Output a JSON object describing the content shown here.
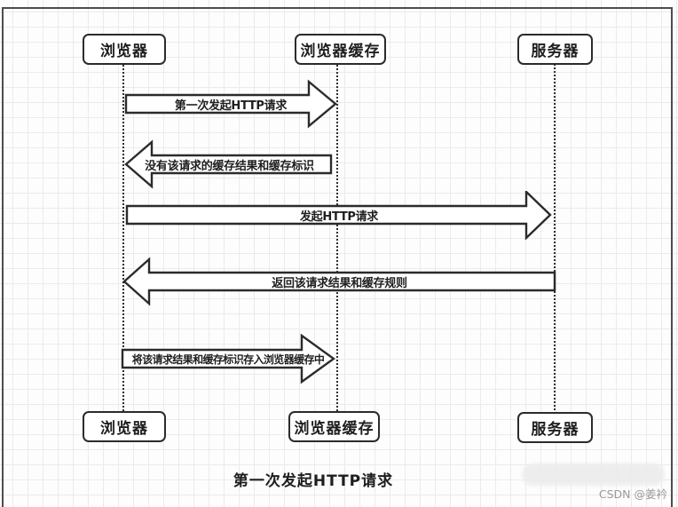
{
  "diagram": {
    "caption": "第一次发起HTTP请求",
    "watermark": "CSDN @姜衿",
    "actors_top": [
      {
        "label": "浏览器"
      },
      {
        "label": "浏览器缓存"
      },
      {
        "label": "服务器"
      }
    ],
    "actors_bottom": [
      {
        "label": "浏览器"
      },
      {
        "label": "浏览器缓存"
      },
      {
        "label": "服务器"
      }
    ],
    "messages": [
      {
        "label": "第一次发起HTTP请求",
        "direction": "right",
        "from": "浏览器",
        "to": "浏览器缓存"
      },
      {
        "label": "没有该请求的缓存结果和缓存标识",
        "direction": "left",
        "from": "浏览器缓存",
        "to": "浏览器"
      },
      {
        "label": "发起HTTP请求",
        "direction": "right",
        "from": "浏览器",
        "to": "服务器"
      },
      {
        "label": "返回该请求结果和缓存规则",
        "direction": "left",
        "from": "服务器",
        "to": "浏览器"
      },
      {
        "label": "将该请求结果和缓存标识存入浏览器缓存中",
        "direction": "right",
        "from": "浏览器",
        "to": "浏览器缓存"
      }
    ],
    "colors": {
      "stroke": "#2b2b2b",
      "shape_fill": "#ffffff",
      "grid": "#ebebeb",
      "frame": "#4d4d4d",
      "watermark_text": "#9a9a9a"
    }
  }
}
